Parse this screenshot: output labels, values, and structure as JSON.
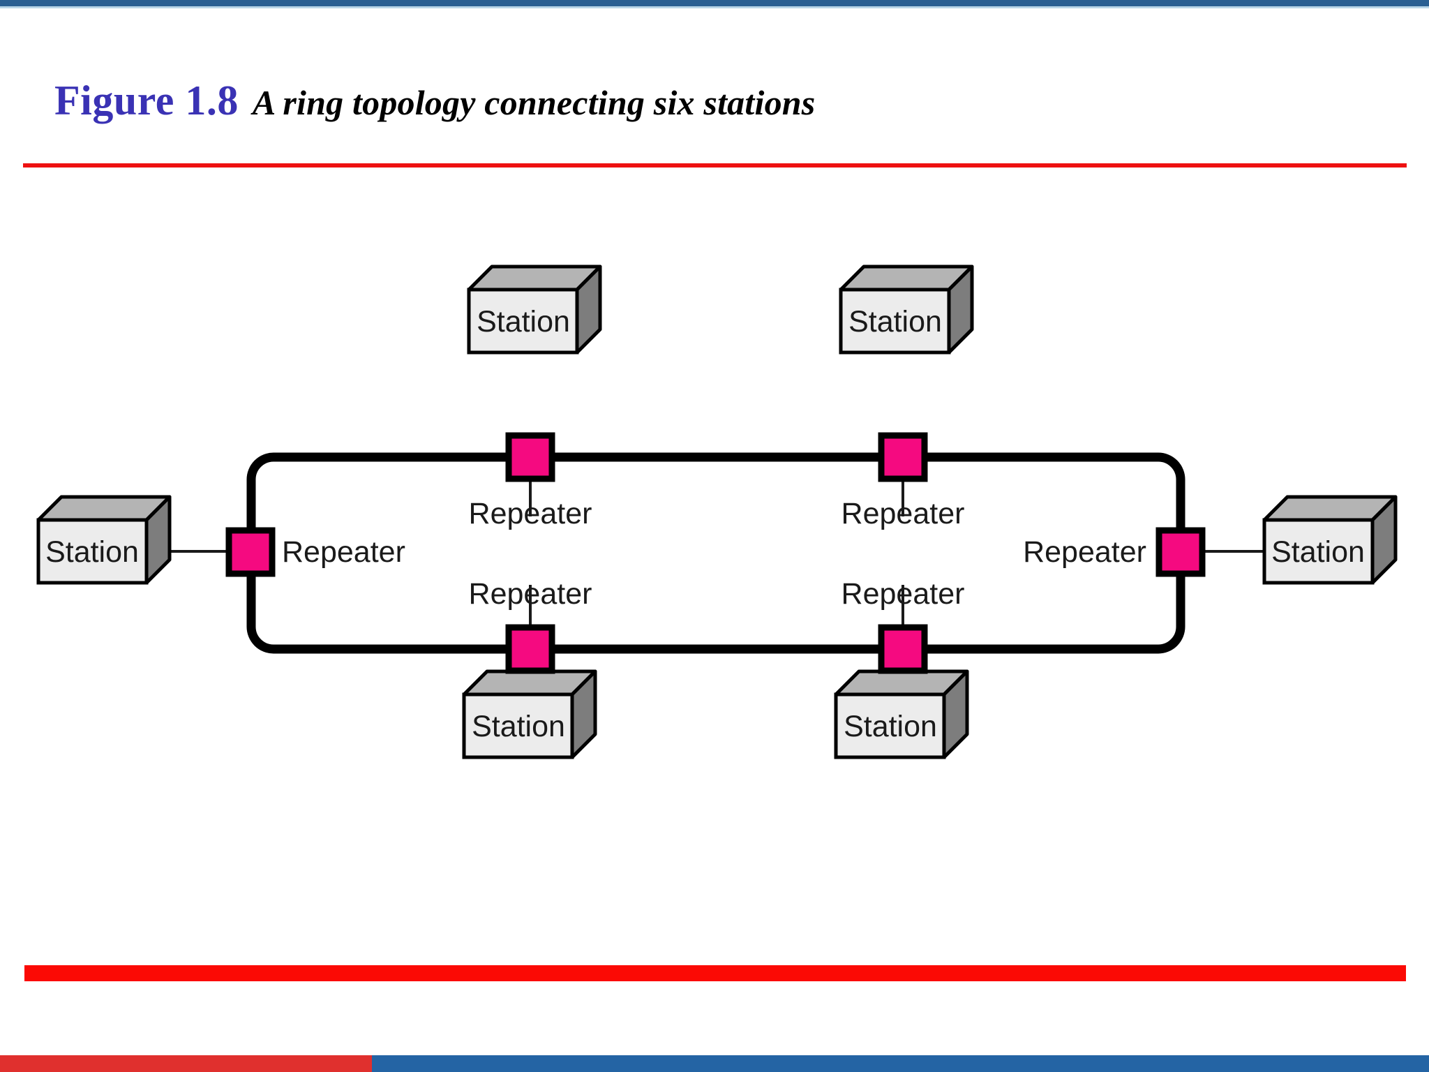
{
  "slide": {
    "background_color": "#ffffff",
    "top_rule_color": "#2a5f92",
    "title_underline_color": "#ee1111",
    "bottom_bar_color": "#fb0a05",
    "footer_red_color": "#e0302e",
    "footer_blue_color": "#2464a4"
  },
  "title": {
    "figure_number": "Figure 1.8",
    "figure_number_color": "#3a32b4",
    "caption": "A ring topology connecting six stations",
    "caption_color": "#000000"
  },
  "diagram": {
    "ring_color": "#000000",
    "repeater_fill": "#f50a80",
    "repeater_stroke": "#000000",
    "station_front_fill": "#ececec",
    "station_top_fill": "#b4b4b4",
    "station_side_fill": "#7d7d7d",
    "station_stroke": "#000000",
    "connector_color": "#1a1a1a",
    "stations": [
      {
        "id": "station-left",
        "label": "Station"
      },
      {
        "id": "station-top-left",
        "label": "Station"
      },
      {
        "id": "station-top-right",
        "label": "Station"
      },
      {
        "id": "station-right",
        "label": "Station"
      },
      {
        "id": "station-bottom-left",
        "label": "Station"
      },
      {
        "id": "station-bottom-right",
        "label": "Station"
      }
    ],
    "repeaters": [
      {
        "id": "repeater-left",
        "label": "Repeater"
      },
      {
        "id": "repeater-top-left",
        "label": "Repeater"
      },
      {
        "id": "repeater-top-right",
        "label": "Repeater"
      },
      {
        "id": "repeater-right",
        "label": "Repeater"
      },
      {
        "id": "repeater-bottom-left",
        "label": "Repeater"
      },
      {
        "id": "repeater-bottom-right",
        "label": "Repeater"
      }
    ]
  }
}
